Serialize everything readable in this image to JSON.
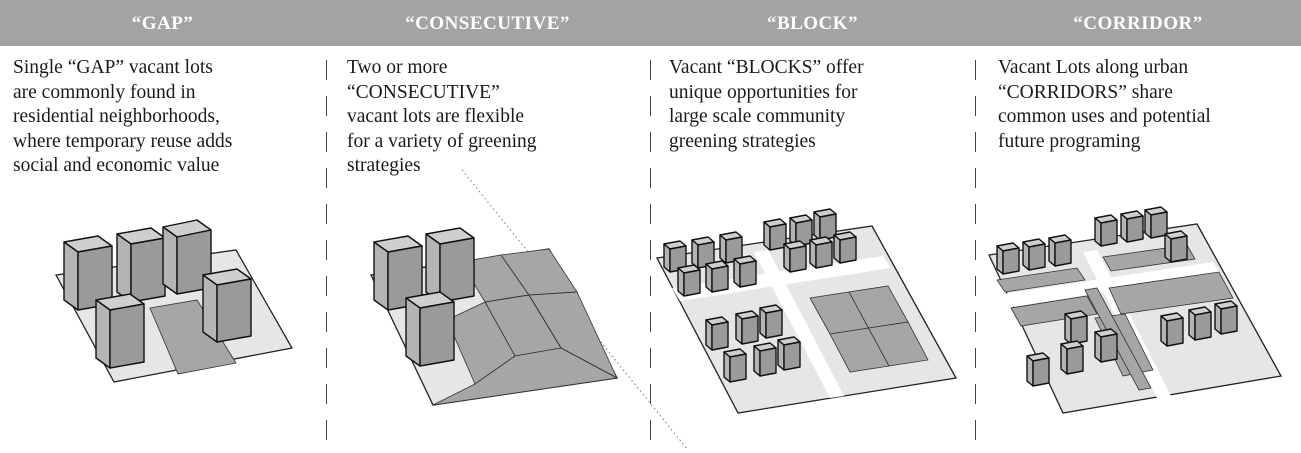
{
  "panels": [
    {
      "title": "“GAP”",
      "lines": [
        "Single “GAP” vacant lots",
        "are commonly found in",
        "residential neighborhoods,",
        "where temporary reuse adds",
        "social and economic value"
      ]
    },
    {
      "title": "“CONSECUTIVE”",
      "lines": [
        "Two or more",
        "“CONSECUTIVE”",
        "vacant lots are flexible",
        "for a variety of  greening",
        "strategies"
      ]
    },
    {
      "title": "“BLOCK”",
      "lines": [
        "Vacant “BLOCKS” offer",
        "unique opportunities for",
        "large scale community",
        "greening strategies"
      ]
    },
    {
      "title": "“CORRIDOR”",
      "lines": [
        "Vacant Lots along urban",
        "“CORRIDORS” share",
        "common uses and potential",
        "future programing"
      ]
    }
  ],
  "colors": {
    "header_bg": "#a3a3a4",
    "header_text": "#ffffff",
    "vacant_lot": "#a6a6a6",
    "ground": "#e6e6e6"
  }
}
